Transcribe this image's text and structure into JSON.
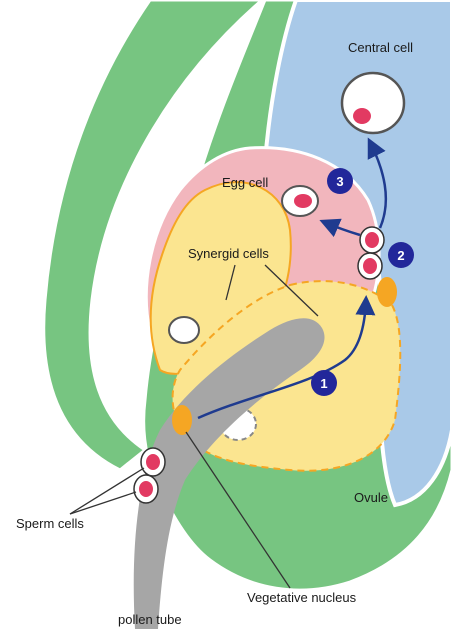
{
  "labels": {
    "central_cell": "Central cell",
    "egg_cell": "Egg cell",
    "synergid_cells": "Synergid cells",
    "ovule": "Ovule",
    "sperm_cells": "Sperm cells",
    "vegetative_nucleus": "Vegetative nucleus",
    "pollen_tube": "pollen tube"
  },
  "steps": [
    "1",
    "2",
    "3"
  ],
  "colors": {
    "integument_green": "#77c581",
    "central_cell_blue": "#a9c9e8",
    "egg_cell_pink": "#f2b6bd",
    "synergid_yellow": "#fbe590",
    "nucleus_orange": "#f5a623",
    "sperm_red": "#e23a62",
    "pollen_tube_gray": "#a6a6a6",
    "arrow_navy": "#1f3b8f",
    "step_badge": "#22279a"
  }
}
